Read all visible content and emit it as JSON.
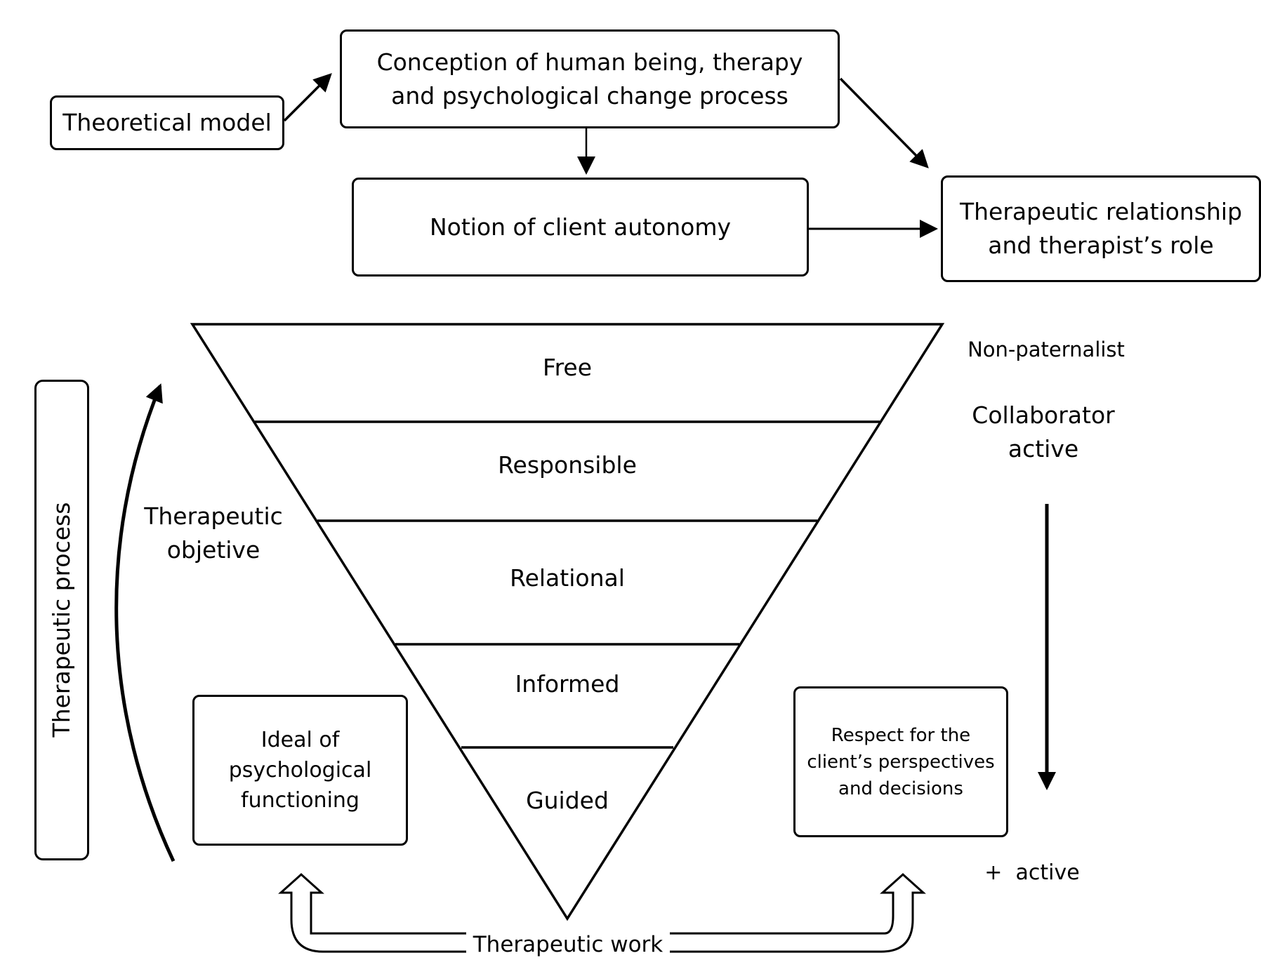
{
  "theoretical_model": "Theoretical model",
  "conception": [
    "Conception of human being, therapy",
    "and psychological change process"
  ],
  "autonomy": "Notion of client autonomy",
  "relationship": [
    "Therapeutic relationship",
    "and therapist’s role"
  ],
  "layers": [
    "Free",
    "Responsible",
    "Relational",
    "Informed",
    "Guided"
  ],
  "objective": [
    "Therapeutic",
    "objetive"
  ],
  "process": "Therapeutic process",
  "ideal": [
    "Ideal of",
    "psychological",
    "functioning"
  ],
  "respect": [
    "Respect for the",
    "client’s perspectives",
    "and decisions"
  ],
  "non_paternalist": "Non-paternalist",
  "collaborator": [
    "Collaborator",
    "active"
  ],
  "plus_active": "+  active",
  "work": "Therapeutic work"
}
